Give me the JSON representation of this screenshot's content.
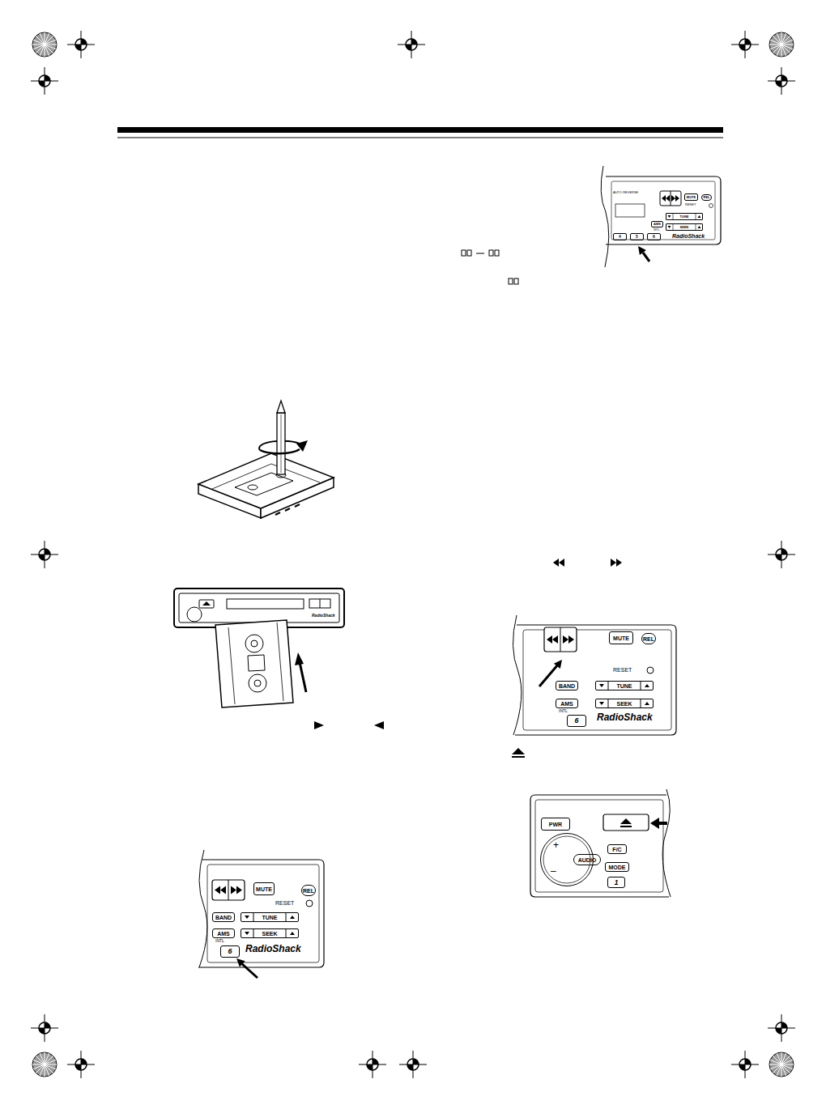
{
  "diagram": {
    "nodes": [
      {
        "text": [
          "MUTE"
        ]
      },
      {
        "text": [
          "REL"
        ]
      },
      {
        "text": [
          "TUNE"
        ]
      },
      {
        "text": [
          "AMS"
        ]
      },
      {
        "text": [
          "SEEK"
        ]
      },
      {
        "text": [
          "4"
        ]
      },
      {
        "text": [
          "5"
        ]
      },
      {
        "text": [
          "6"
        ]
      },
      {
        "text": [
          "MUTE"
        ]
      },
      {
        "text": [
          "REL"
        ]
      },
      {
        "text": [
          "BAND"
        ]
      },
      {
        "text": [
          "TUNE"
        ]
      },
      {
        "text": [
          "AMS"
        ]
      },
      {
        "text": [
          "SEEK"
        ]
      },
      {
        "text": [
          "6"
        ]
      },
      {
        "text": [
          "MUTE"
        ]
      },
      {
        "text": [
          "REL"
        ]
      },
      {
        "text": [
          "BAND"
        ]
      },
      {
        "text": [
          "TUNE"
        ]
      },
      {
        "text": [
          "AMS"
        ]
      },
      {
        "text": [
          "SEEK"
        ]
      },
      {
        "text": [
          "6"
        ]
      },
      {
        "text": [
          "PWR"
        ]
      },
      {
        "text": [
          "+",
          "–"
        ]
      },
      {
        "text": [
          "AUDIO"
        ],
        "in": 23
      },
      {
        "text": [
          "F/C"
        ]
      },
      {
        "text": [
          "MODE"
        ]
      },
      {
        "text": [
          "1"
        ]
      }
    ],
    "labels": [
      "AUTO REVERSE",
      "RESET",
      "INTL",
      "RadioShack",
      "RadioShack",
      "RESET",
      "INTL",
      "RadioShack",
      "RESET",
      "INTL",
      "RadioShack"
    ]
  }
}
